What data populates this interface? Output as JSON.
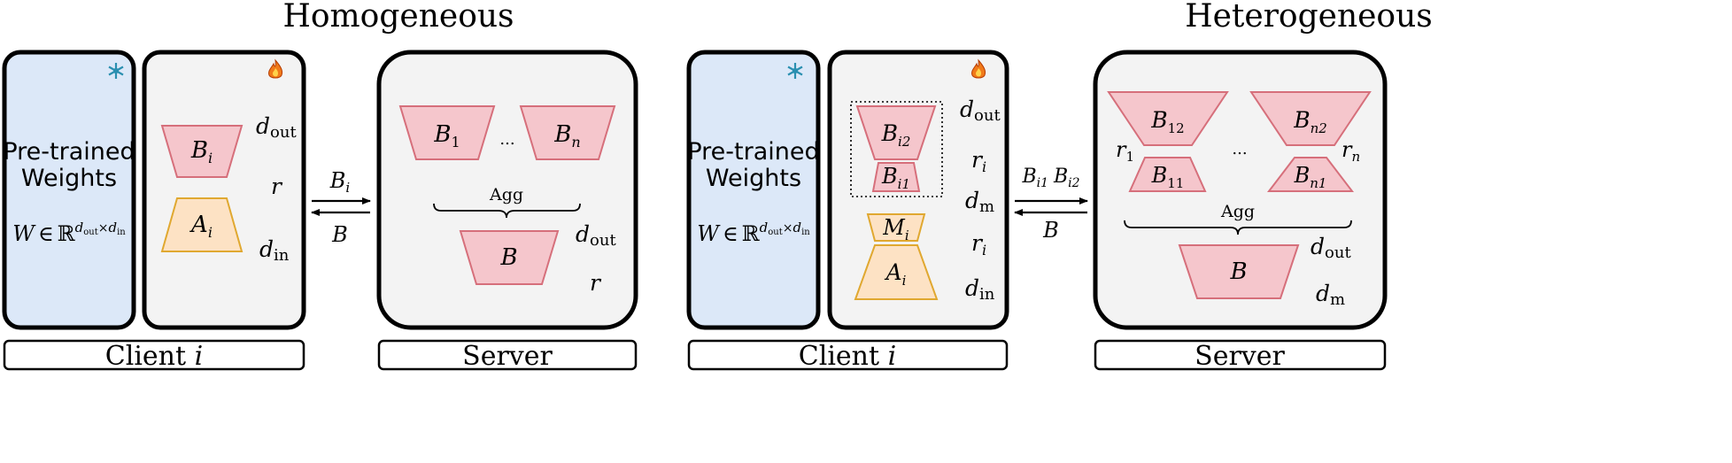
{
  "titles": {
    "homogeneous": "Homogeneous",
    "heterogeneous": "Heterogeneous"
  },
  "colors": {
    "frozen_panel": "#dce8f8",
    "panel_bg": "#f3f3f3",
    "b_fill": "#f5c6cc",
    "b_stroke": "#d66f7b",
    "a_fill": "#fde2c4",
    "a_stroke": "#e0a830",
    "border": "#000000"
  },
  "icons": {
    "frozen": "snowflake-icon",
    "trainable": "fire-icon"
  },
  "homogeneous": {
    "pretrained_line1": "Pre-trained",
    "pretrained_line2": "Weights",
    "weight_W": "W",
    "weight_in": "∈",
    "weight_R": "ℝ",
    "weight_sup": "d",
    "weight_sup_out": "out",
    "weight_times": "×",
    "weight_sup_in": "in",
    "client": {
      "B_base": "B",
      "B_sub": "i",
      "A_base": "A",
      "A_sub": "i",
      "dout_base": "d",
      "dout_sub": "out",
      "r": "r",
      "din_base": "d",
      "din_sub": "in"
    },
    "arrow_up_base": "B",
    "arrow_up_sub": "i",
    "arrow_down": "B",
    "server": {
      "B1_base": "B",
      "B1_sub": "1",
      "ellipsis": "...",
      "Bn_base": "B",
      "Bn_sub": "n",
      "agg": "Agg",
      "B": "B",
      "dout_base": "d",
      "dout_sub": "out",
      "r": "r"
    },
    "client_caption_text": "Client ",
    "client_caption_var": "i",
    "server_caption": "Server"
  },
  "heterogeneous": {
    "pretrained_line1": "Pre-trained",
    "pretrained_line2": "Weights",
    "weight_W": "W",
    "weight_in": "∈",
    "weight_R": "ℝ",
    "weight_sup": "d",
    "weight_sup_out": "out",
    "weight_times": "×",
    "weight_sup_in": "in",
    "client": {
      "Bi2_base": "B",
      "Bi2_sub": "i2",
      "Bi1_base": "B",
      "Bi1_sub": "i1",
      "M_base": "M",
      "M_sub": "i",
      "A_base": "A",
      "A_sub": "i",
      "dout_base": "d",
      "dout_sub": "out",
      "ri_top_base": "r",
      "ri_top_sub": "i",
      "dm_base": "d",
      "dm_sub": "m",
      "ri_bottom_base": "r",
      "ri_bottom_sub": "i",
      "din_base": "d",
      "din_sub": "in"
    },
    "arrow_up_1_base": "B",
    "arrow_up_1_sub": "i1",
    "arrow_up_2_base": "B",
    "arrow_up_2_sub": "i2",
    "arrow_down": "B",
    "server": {
      "B12_base": "B",
      "B12_sub": "12",
      "B11_base": "B",
      "B11_sub": "11",
      "r1_base": "r",
      "r1_sub": "1",
      "ellipsis": "...",
      "Bn2_base": "B",
      "Bn2_sub": "n2",
      "Bn1_base": "B",
      "Bn1_sub": "n1",
      "rn_base": "r",
      "rn_sub": "n",
      "agg": "Agg",
      "B": "B",
      "dout_base": "d",
      "dout_sub": "out",
      "dm_base": "d",
      "dm_sub": "m"
    },
    "client_caption_text": "Client ",
    "client_caption_var": "i",
    "server_caption": "Server"
  }
}
